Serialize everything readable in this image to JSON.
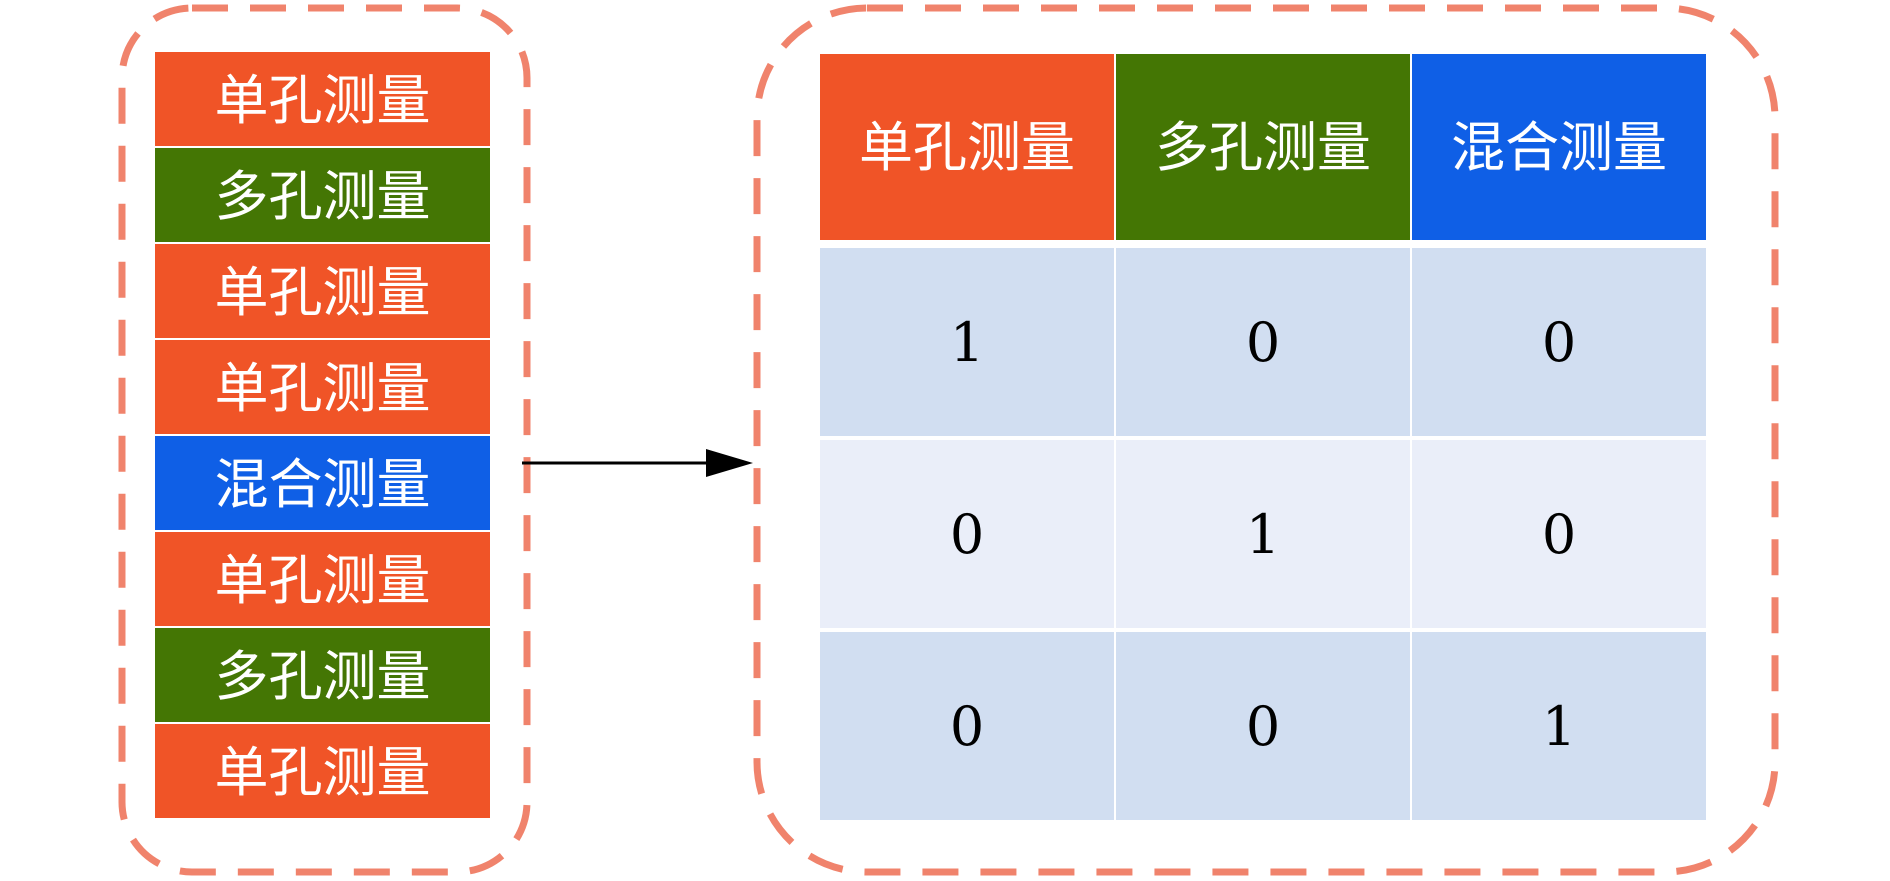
{
  "colors": {
    "single": "#f05427",
    "multi": "#447604",
    "mixed": "#0f5fe6",
    "frame": "#f0836c",
    "cell_dark": "#d1def1",
    "cell_light": "#eaeef9",
    "arrow": "#000000"
  },
  "list": {
    "items": [
      {
        "label": "单孔测量",
        "kind": "single"
      },
      {
        "label": "多孔测量",
        "kind": "multi"
      },
      {
        "label": "单孔测量",
        "kind": "single"
      },
      {
        "label": "单孔测量",
        "kind": "single"
      },
      {
        "label": "混合测量",
        "kind": "mixed"
      },
      {
        "label": "单孔测量",
        "kind": "single"
      },
      {
        "label": "多孔测量",
        "kind": "multi"
      },
      {
        "label": "单孔测量",
        "kind": "single"
      }
    ]
  },
  "table": {
    "headers": [
      {
        "label": "单孔测量",
        "kind": "single"
      },
      {
        "label": "多孔测量",
        "kind": "multi"
      },
      {
        "label": "混合测量",
        "kind": "mixed"
      }
    ],
    "rows": [
      [
        "1",
        "0",
        "0"
      ],
      [
        "0",
        "1",
        "0"
      ],
      [
        "0",
        "0",
        "1"
      ]
    ]
  }
}
